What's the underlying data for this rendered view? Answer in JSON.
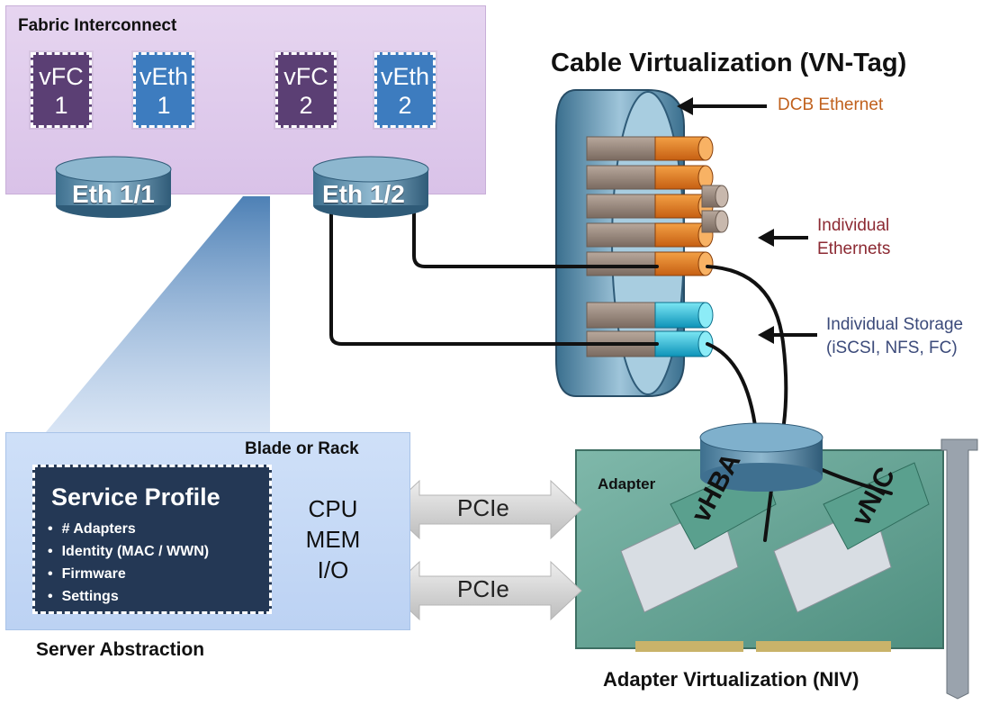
{
  "fabric": {
    "title": "Fabric Interconnect",
    "tiles": [
      {
        "type": "vFC",
        "num": "1"
      },
      {
        "type": "vEth",
        "num": "1"
      },
      {
        "type": "vFC",
        "num": "2"
      },
      {
        "type": "vEth",
        "num": "2"
      }
    ],
    "ports": [
      "Eth 1/1",
      "Eth 1/2"
    ]
  },
  "cable": {
    "title": "Cable Virtualization (VN-Tag)",
    "dcb_label": "DCB Ethernet",
    "eth_label_line1": "Individual",
    "eth_label_line2": "Ethernets",
    "storage_label_line1": "Individual Storage",
    "storage_label_line2": "(iSCSI, NFS, FC)"
  },
  "server": {
    "blade_label": "Blade or Rack",
    "profile_title": "Service Profile",
    "profile_items": [
      "# Adapters",
      "Identity (MAC / WWN)",
      "Firmware",
      "Settings"
    ],
    "cpu": "CPU",
    "mem": "MEM",
    "io": "I/O",
    "caption": "Server Abstraction"
  },
  "pcie": [
    "PCIe",
    "PCIe"
  ],
  "adapter": {
    "label": "Adapter",
    "vhba": "vHBA",
    "vnic": "vNIC",
    "caption": "Adapter Virtualization (NIV)"
  },
  "colors": {
    "vfc": "#5b3f74",
    "veth": "#3d7cbf",
    "orange_cable": "#e0771f",
    "cyan_cable": "#1fb7d6",
    "board": "#6aa89a",
    "profile_bg": "#243855"
  }
}
